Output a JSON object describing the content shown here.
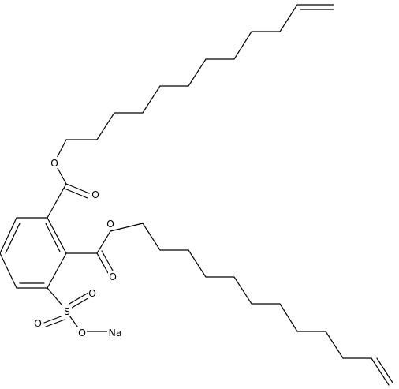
{
  "structure": {
    "atoms": {
      "O_ester1_single": "O",
      "O_ester1_double": "O",
      "O_ester2_single": "O",
      "O_ester2_double": "O",
      "S": "S",
      "O_sulfonyl_1": "O",
      "O_sulfonyl_2": "O",
      "O_sulfonate": "O",
      "Na": "Na"
    }
  }
}
